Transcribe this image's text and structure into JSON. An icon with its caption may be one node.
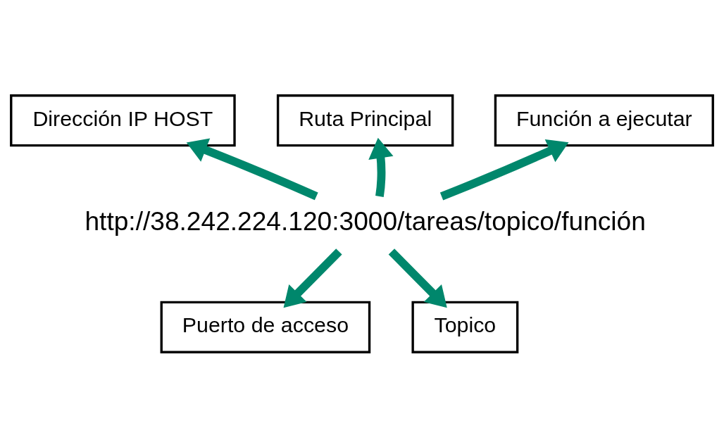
{
  "diagram": {
    "nodes": [
      {
        "text": [
          "Dirección IP HOST"
        ]
      },
      {
        "text": [
          "Ruta Principal"
        ]
      },
      {
        "text": [
          "Función a ejecutar"
        ]
      },
      {
        "text": [
          "http://38.242.224.120:3000/tareas/topico/función"
        ]
      },
      {
        "text": [
          "Puerto de acceso"
        ]
      },
      {
        "text": [
          "Topico"
        ]
      }
    ],
    "edges": [
      {
        "from": 3,
        "to": 0,
        "arrow": "to"
      },
      {
        "from": 3,
        "to": 1,
        "arrow": "to"
      },
      {
        "from": 3,
        "to": 2,
        "arrow": "to"
      },
      {
        "from": 3,
        "to": 4,
        "arrow": "to"
      },
      {
        "from": 3,
        "to": 5,
        "arrow": "to"
      }
    ]
  }
}
